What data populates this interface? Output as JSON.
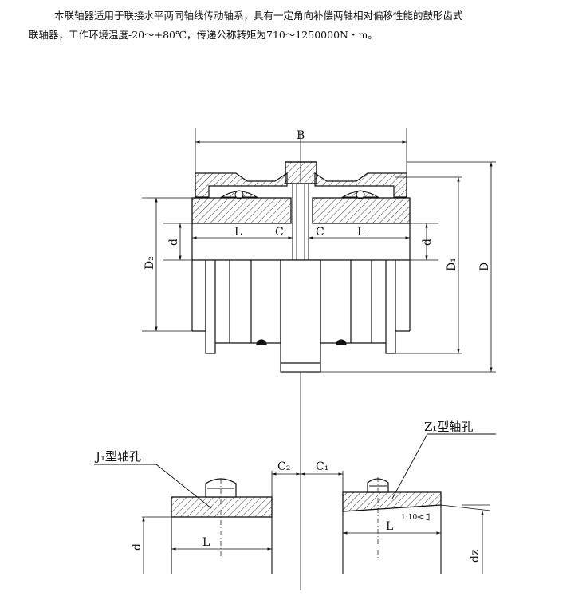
{
  "intro": {
    "line1": "本联轴器适用于联接水平两同轴线传动轴系，具有一定角向补偿两轴相对偏移性能的鼓形齿式",
    "line2": "联轴器，工作环境温度-20～+80℃，传递公称转矩为710～1250000N・m。"
  },
  "main_view": {
    "dim_B": "B",
    "dim_L_left": "L",
    "dim_C_left": "C",
    "dim_C_right": "C",
    "dim_L_right": "L",
    "dim_D2": "D₂",
    "dim_d_left": "d",
    "dim_d_right": "d",
    "dim_D1": "D₁",
    "dim_D": "D"
  },
  "detail_view": {
    "j1_label": "J₁型轴孔",
    "z1_label": "Z₁型轴孔",
    "dim_C2": "C₂",
    "dim_C1": "C₁",
    "dim_d": "d",
    "dim_L_left": "L",
    "dim_L_right": "L",
    "taper_label": "1:10",
    "dim_dz": "dz"
  }
}
